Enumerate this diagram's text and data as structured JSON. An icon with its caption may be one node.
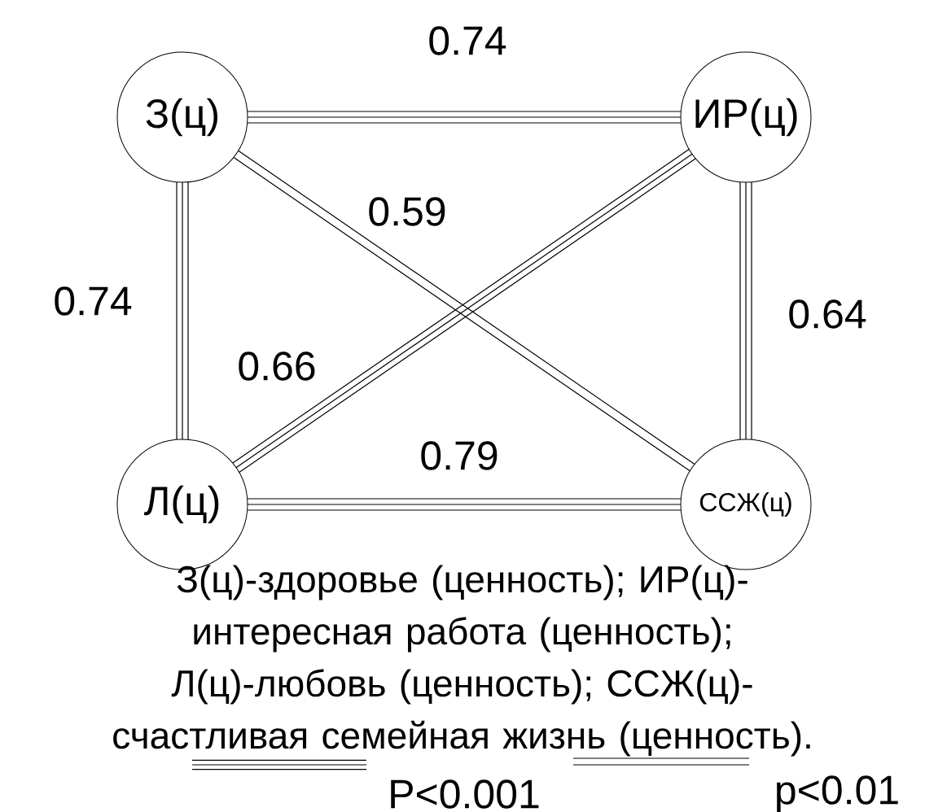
{
  "diagram": {
    "caption": "З(ц)-здоровье (ценность); ИР(ц)-интересная работа (ценность); Л(ц)-любовь (ценность); ССЖ(ц)-счастливая семейная жизнь (ценность).",
    "nodes": [
      {
        "text": [
          "З(ц)"
        ]
      },
      {
        "text": [
          "ИР(ц)"
        ]
      },
      {
        "text": [
          "Л(ц)"
        ]
      },
      {
        "text": [
          "ССЖ(ц)"
        ]
      }
    ],
    "edges": [
      {
        "from": 0,
        "to": 1,
        "arrow": "none",
        "label": "0.74"
      },
      {
        "from": 0,
        "to": 2,
        "arrow": "none",
        "label": "0.74"
      },
      {
        "from": 0,
        "to": 3,
        "arrow": "none",
        "label": "0.59"
      },
      {
        "from": 1,
        "to": 2,
        "arrow": "none",
        "label": "0.66"
      },
      {
        "from": 1,
        "to": 3,
        "arrow": "none",
        "label": "0.64"
      },
      {
        "from": 2,
        "to": 3,
        "arrow": "none",
        "label": "0.79"
      }
    ],
    "legend": [
      {
        "text": "P<0.001"
      },
      {
        "text": "p<0.01"
      }
    ]
  }
}
